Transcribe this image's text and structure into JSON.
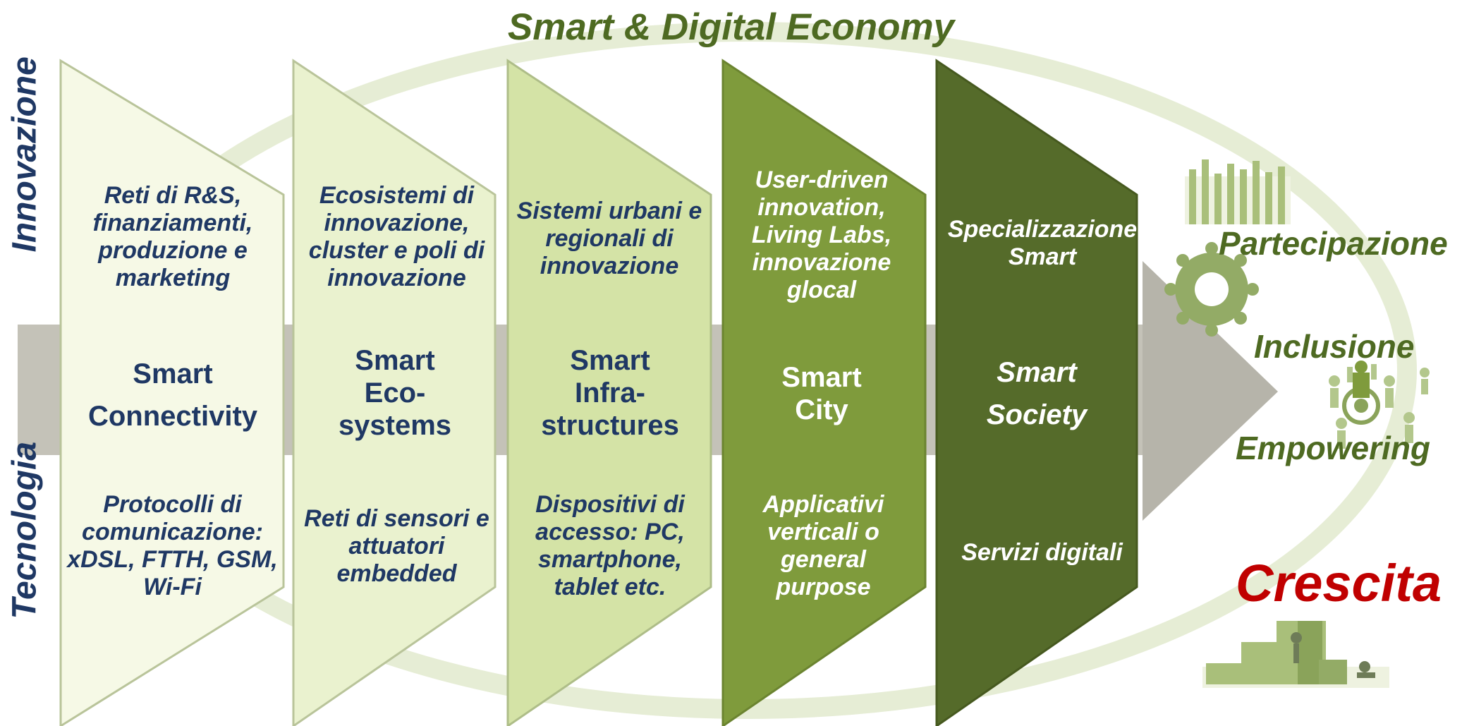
{
  "title": "Smart & Digital Economy",
  "side_labels": {
    "top": "Innovazione",
    "bottom": "Tecnologia"
  },
  "colors": {
    "title": "#4e6a22",
    "dark_text": "#1f3864",
    "light_text": "#ffffff",
    "arrow_gray": "#b6b4aa",
    "ellipse": "#e6edd5",
    "crescita": "#c00000",
    "stage_fills": [
      "#f6f9e6",
      "#eaf2cf",
      "#d4e3a6",
      "#7f9b3c",
      "#556b2a"
    ]
  },
  "stages": [
    {
      "innovation": "Reti di R&S, finanziamenti, produzione e marketing",
      "smart": "Smart Connectivity",
      "technology": "Protocolli di comunicazione: xDSL, FTTH, GSM, Wi-Fi"
    },
    {
      "innovation": "Ecosistemi di innovazione, cluster e poli di innovazione",
      "smart": "Smart Eco-systems",
      "technology": "Reti di sensori e attuatori embedded"
    },
    {
      "innovation": "Sistemi urbani e regionali di innovazione",
      "smart": "Smart Infra-structures",
      "technology": "Dispositivi di accesso: PC, smartphone, tablet etc."
    },
    {
      "innovation": "User-driven innovation, Living Labs, innovazione glocal",
      "smart": "Smart City",
      "technology": "Applicativi verticali o general purpose"
    },
    {
      "innovation": "Specializzazione Smart",
      "smart": "Smart Society",
      "technology": "Servizi digitali"
    }
  ],
  "outcomes": [
    "Partecipazione",
    "Inclusione",
    "Empowering"
  ],
  "final_outcome": "Crescita",
  "icons": [
    "raised-hands-icon",
    "gear-people-icon",
    "people-target-icon",
    "puzzle-stairs-icon"
  ]
}
